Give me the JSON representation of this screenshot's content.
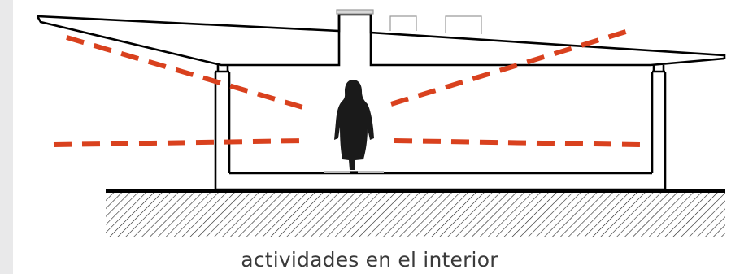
{
  "caption": "actividades en el interior",
  "colors": {
    "background": "#ffffff",
    "side_strip": "#e9e9ea",
    "structure": "#000000",
    "sight_lines": "#d9411e",
    "figure": "#1a1a1a",
    "caption_text": "#3a3a3a"
  },
  "icons": {
    "person": "standing-person-silhouette",
    "ground": "hatched-ground"
  }
}
